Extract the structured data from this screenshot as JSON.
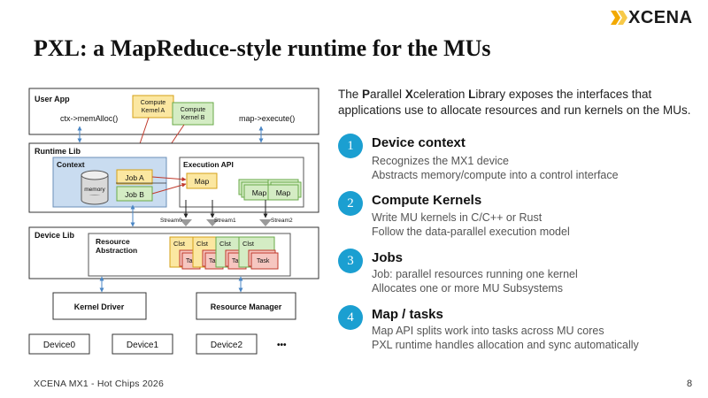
{
  "slide": {
    "title": "PXL: a MapReduce-style runtime for the MUs",
    "logo": "XCENA",
    "footer": "XCENA MX1  -  Hot Chips 2026",
    "page": "8"
  },
  "intro": {
    "parts": [
      "The ",
      "P",
      "arallel ",
      "X",
      "celeration ",
      "L",
      "ibrary exposes the interfaces that applications use to allocate resources and run kernels on the MUs."
    ]
  },
  "steps": [
    {
      "num": "1",
      "title": "Device context",
      "lines": [
        "Recognizes the MX1 device",
        "Abstracts memory/compute into a control interface"
      ]
    },
    {
      "num": "2",
      "title": "Compute Kernels",
      "lines": [
        "Write MU kernels in C/C++ or Rust",
        "Follow the data-parallel execution model"
      ]
    },
    {
      "num": "3",
      "title": "Jobs",
      "lines": [
        "Job: parallel resources running one kernel",
        "Allocates one or more MU Subsystems"
      ]
    },
    {
      "num": "4",
      "title": "Map / tasks",
      "lines": [
        "Map API splits work into tasks across MU cores",
        "PXL runtime handles allocation and sync automatically"
      ]
    }
  ],
  "diagram": {
    "user_app": "User App",
    "mem_alloc": "ctx->memAlloc()",
    "map_execute": "map->execute()",
    "kernel_a": [
      "Compute",
      "Kernel A"
    ],
    "kernel_b": [
      "Compute",
      "Kernel B"
    ],
    "runtime_lib": "Runtime Lib",
    "context": "Context",
    "memory": "memory",
    "job_a": "Job A",
    "job_b": "Job B",
    "execution_api": "Execution API",
    "map": "Map",
    "map2": "Map",
    "map3": "Map",
    "streams": [
      "Stream0",
      "Stream1",
      "Stream2"
    ],
    "device_lib": "Device Lib",
    "resource_abstraction": [
      "Resource",
      "Abstraction"
    ],
    "clst": "Clst",
    "ta": "Ta",
    "task": "Task",
    "kernel_driver": "Kernel Driver",
    "resource_manager": "Resource Manager",
    "devices": [
      "Device0",
      "Device1",
      "Device2"
    ],
    "ellipsis": "•••"
  },
  "colors": {
    "accent": "#1b9fd1",
    "job_yellow": "#fbe7a1",
    "kernel_green": "#d4ecc4",
    "context_blue": "#c9dcf0",
    "link_blue": "#4a86c5"
  }
}
